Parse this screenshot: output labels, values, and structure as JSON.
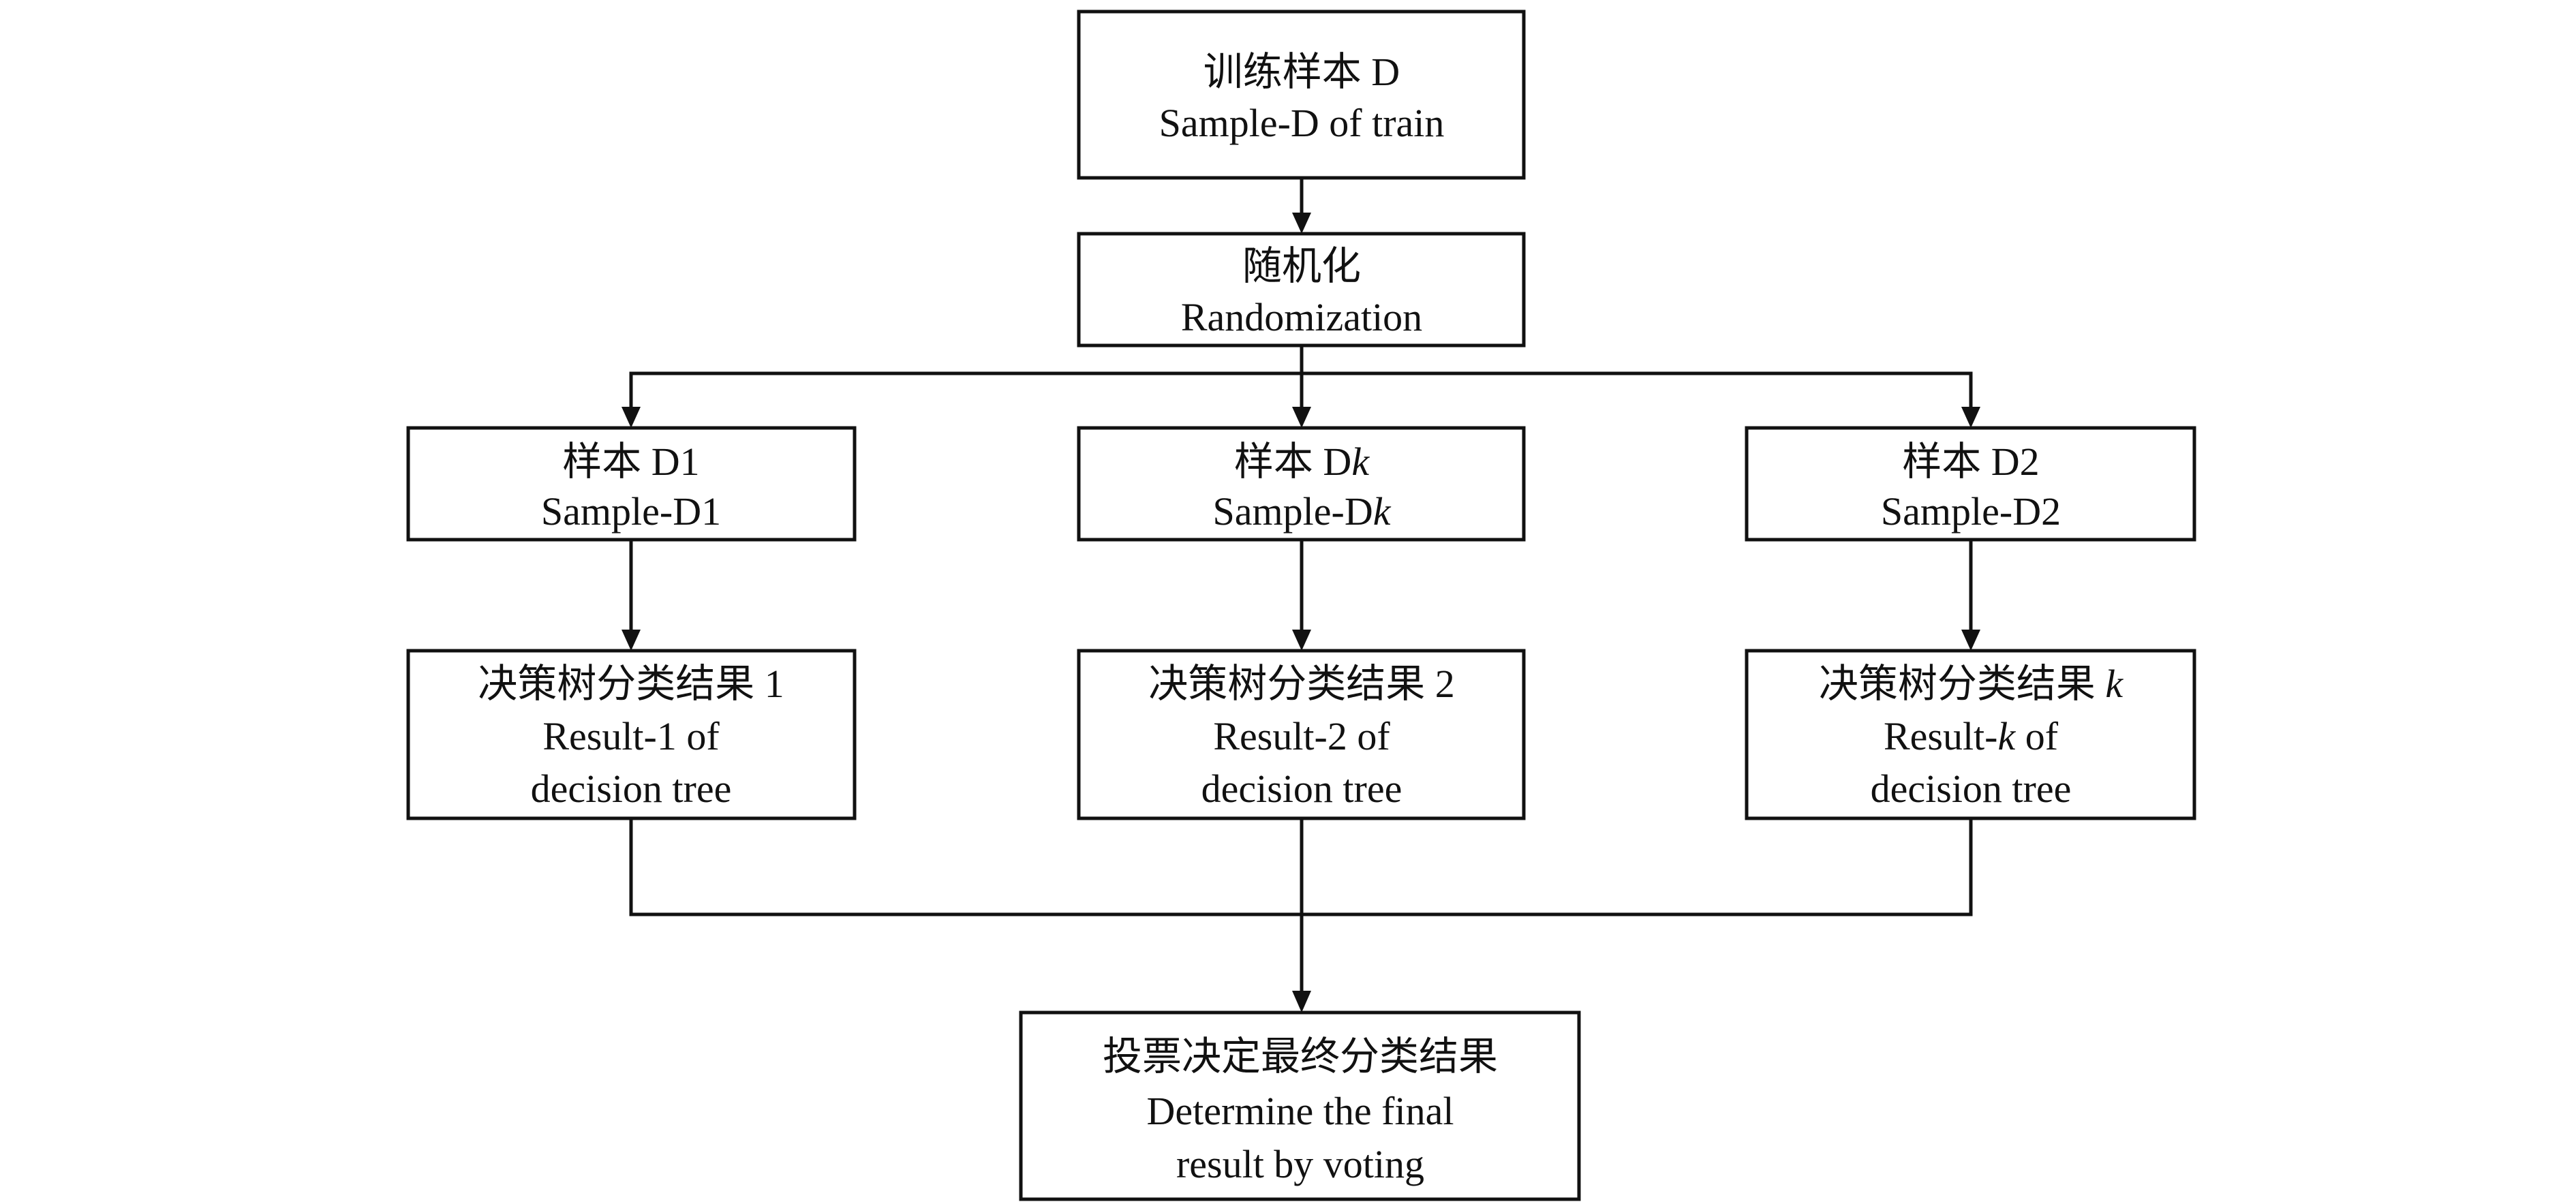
{
  "diagram": {
    "type": "flowchart",
    "colors": {
      "stroke": "#111111",
      "fill": "#ffffff",
      "text": "#111111"
    },
    "nodes": {
      "train": {
        "zh": "训练样本 D",
        "en": "Sample-D of train"
      },
      "random": {
        "zh": "随机化",
        "en": "Randomization"
      },
      "d1": {
        "zh": "样本 D1",
        "en": "Sample-D1"
      },
      "dk": {
        "zh_prefix": "样本 D",
        "zh_italic": "k",
        "en_prefix": "Sample-D",
        "en_italic": "k"
      },
      "d2": {
        "zh": "样本 D2",
        "en": "Sample-D2"
      },
      "r1": {
        "zh": "决策树分类结果 1",
        "en1": "Result-1 of",
        "en2": "decision tree"
      },
      "r2": {
        "zh": "决策树分类结果 2",
        "en1": "Result-2 of",
        "en2": "decision tree"
      },
      "rk": {
        "zh_prefix": "决策树分类结果 ",
        "zh_italic": "k",
        "en1_prefix": "Result-",
        "en1_italic": "k",
        "en1_suffix": " of",
        "en2": "decision tree"
      },
      "final": {
        "zh": "投票决定最终分类结果",
        "en1": "Determine the final",
        "en2": "result by voting"
      }
    },
    "edges": [
      {
        "from": "train",
        "to": "random"
      },
      {
        "from": "random",
        "to": "d1"
      },
      {
        "from": "random",
        "to": "dk"
      },
      {
        "from": "random",
        "to": "d2"
      },
      {
        "from": "d1",
        "to": "r1"
      },
      {
        "from": "dk",
        "to": "r2"
      },
      {
        "from": "d2",
        "to": "rk"
      },
      {
        "from": "r1",
        "to": "final"
      },
      {
        "from": "r2",
        "to": "final"
      },
      {
        "from": "rk",
        "to": "final"
      }
    ]
  }
}
